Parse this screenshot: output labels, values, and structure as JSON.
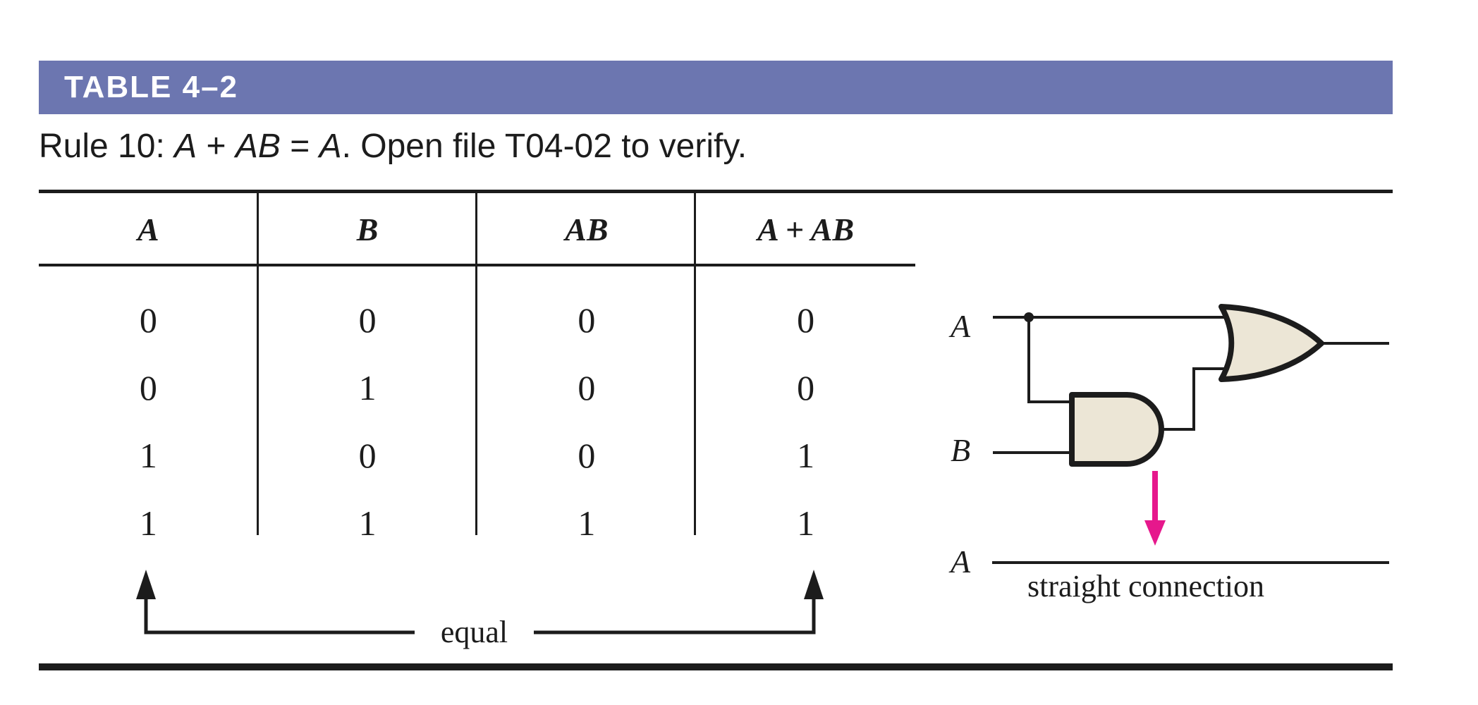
{
  "title_bar": {
    "title": "TABLE 4–2"
  },
  "caption": {
    "prefix": "Rule 10: ",
    "var1": "A",
    "op1": " + ",
    "var2": "AB",
    "op2": " = ",
    "var3": "A",
    "suffix": ". Open file T04-02 to verify."
  },
  "truth_table": {
    "columns": [
      "A",
      "B",
      "AB",
      "A + AB"
    ],
    "rows": [
      [
        "0",
        "0",
        "0",
        "0"
      ],
      [
        "0",
        "1",
        "0",
        "0"
      ],
      [
        "1",
        "0",
        "0",
        "1"
      ],
      [
        "1",
        "1",
        "1",
        "1"
      ]
    ],
    "equal_label": "equal"
  },
  "circuit": {
    "input_a_label": "A",
    "input_b_label": "B",
    "output_label": "A",
    "annotation": "straight connection",
    "gates": [
      "AND",
      "OR"
    ]
  },
  "colors": {
    "header_bar": "#6c76b0",
    "gate_fill": "#ece6d6",
    "arrow_magenta": "#e6188c",
    "ink": "#1c1c1c"
  }
}
